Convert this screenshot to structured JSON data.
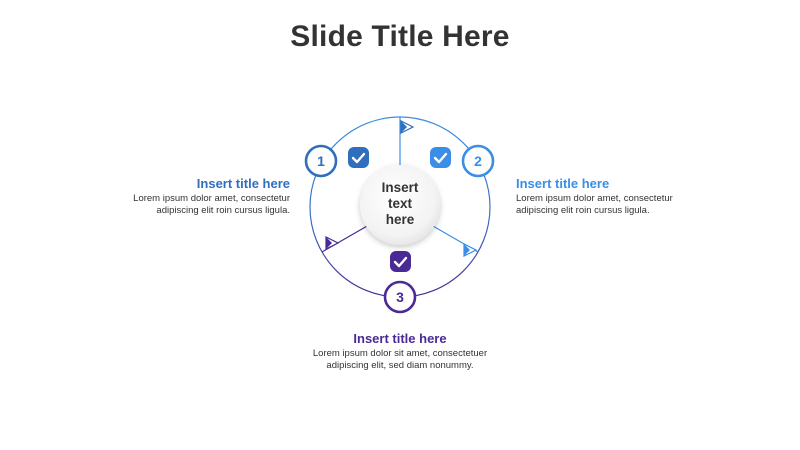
{
  "slide": {
    "title": "Slide Title Here"
  },
  "center": {
    "text": "Insert\ntext\nhere"
  },
  "steps": [
    {
      "number": "1",
      "title": "Insert title here",
      "body": "Lorem ipsum dolor amet, consectetur adipiscing elit roin cursus ligula.",
      "color": "#2f6fbe"
    },
    {
      "number": "2",
      "title": "Insert title here",
      "body": "Lorem ipsum dolor amet, consectetur adipiscing elit roin cursus ligula.",
      "color": "#3a8ee6"
    },
    {
      "number": "3",
      "title": "Insert title here",
      "body": "Lorem ipsum dolor sit amet, consectetuer adipiscing elit, sed diam nonummy.",
      "color": "#4a2a96"
    }
  ],
  "icons": {
    "check": "check-icon",
    "flag": "flag-icon"
  }
}
